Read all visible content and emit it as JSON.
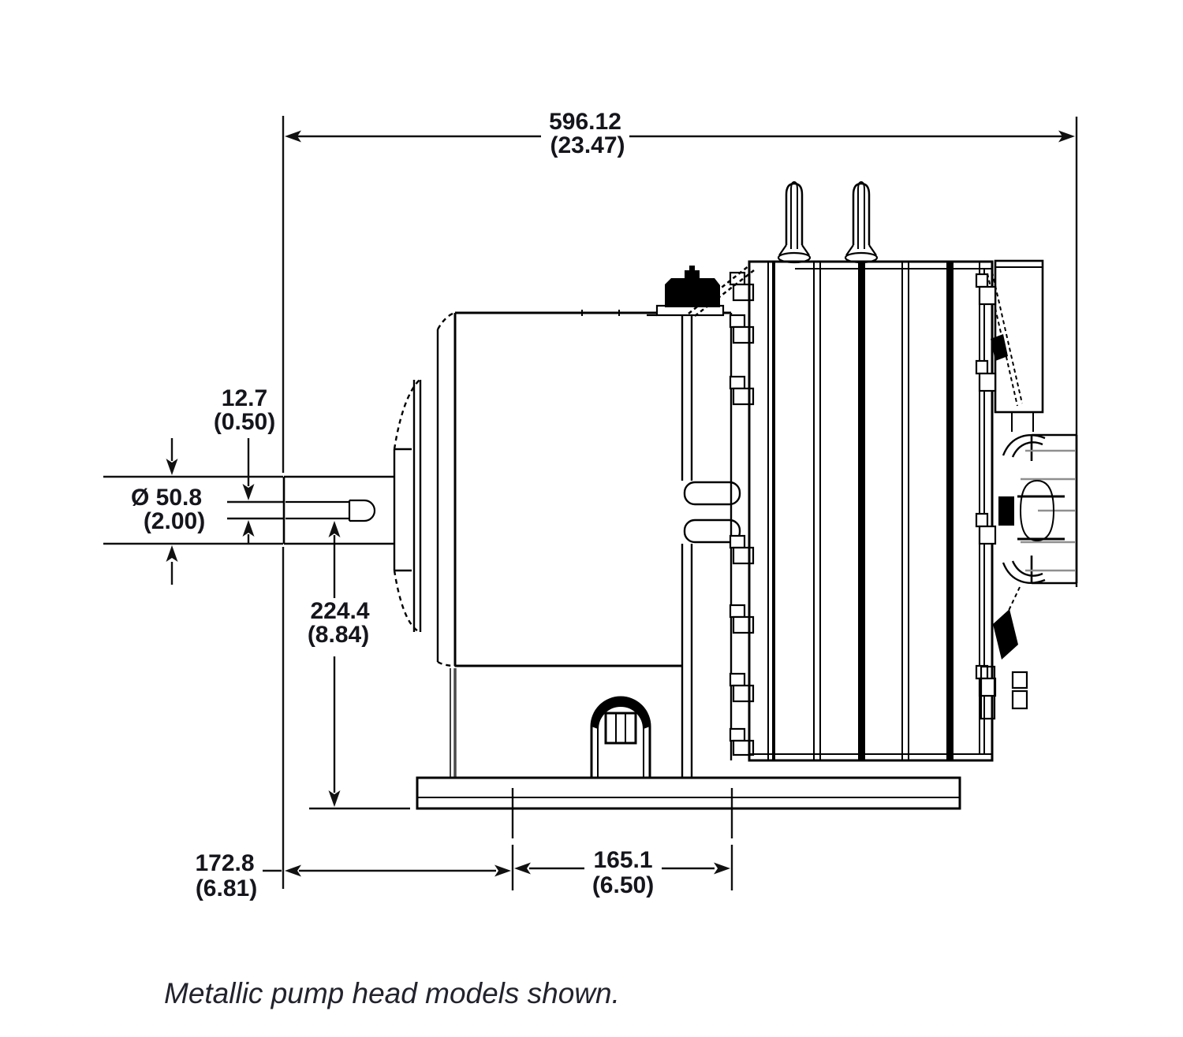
{
  "drawing": {
    "caption": "Metallic pump head models shown.",
    "dims": {
      "overall_length_mm": "596.12",
      "overall_length_in": "(23.47)",
      "keyway_mm": "12.7",
      "keyway_in": "(0.50)",
      "shaft_dia_mm": "Ø 50.8",
      "shaft_dia_in": "(2.00)",
      "shaft_height_mm": "224.4",
      "shaft_height_in": "(8.84)",
      "foot_offset_mm": "172.8",
      "foot_offset_in": "(6.81)",
      "bolt_spacing_mm": "165.1",
      "bolt_spacing_in": "(6.50)"
    },
    "colors": {
      "line": "#000000",
      "background": "#ffffff",
      "text": "#15151c"
    }
  }
}
